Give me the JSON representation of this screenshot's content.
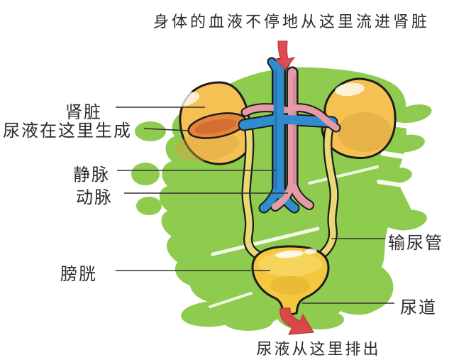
{
  "title": "身体的血液不停地从这里流进肾脏",
  "labels": {
    "kidney": "肾脏",
    "urine_generated": "尿液在这里生成",
    "vein": "静脉",
    "artery": "动脉",
    "bladder": "膀胱",
    "ureter": "输尿管",
    "urethra": "尿道",
    "urine_outlet": "尿液从这里排出"
  },
  "colors": {
    "background": "#ffffff",
    "splash_green": "#8ecb4e",
    "kidney_yellow": "#f5c152",
    "kidney_section_orange": "#e5823e",
    "vein_blue": "#2f8ccd",
    "artery_pink": "#e59aa5",
    "duct_yellow": "#e9d876",
    "bladder_yellow": "#f3c83e",
    "arrow_red": "#e04b52",
    "outline_black": "#1c1c1c",
    "leader_line": "#333333",
    "label_text": "#2b2b2b"
  }
}
